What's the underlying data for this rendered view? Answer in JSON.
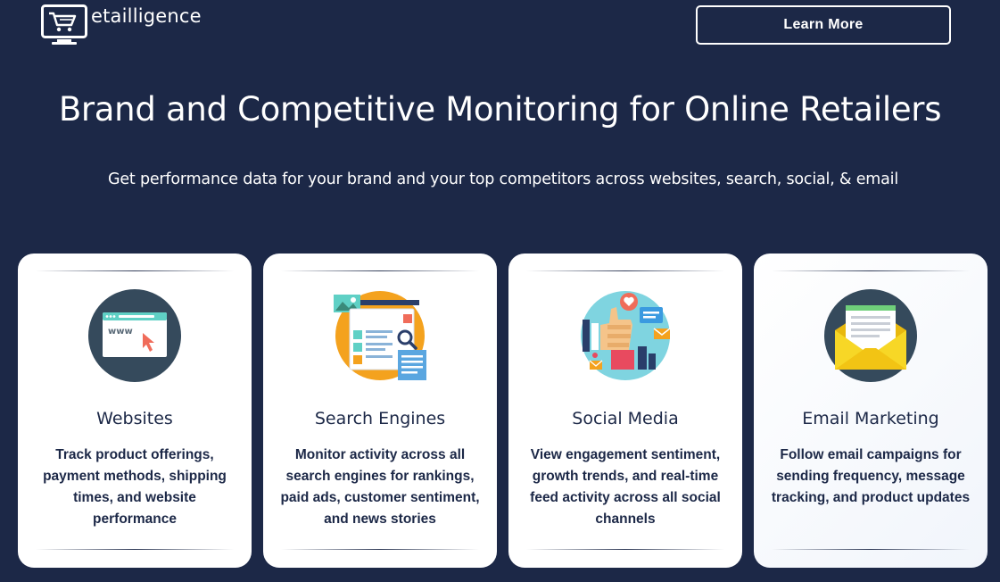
{
  "header": {
    "logo_text": "etailligence",
    "learn_more_label": "Learn More"
  },
  "hero": {
    "title": "Brand and Competitive Monitoring for Online Retailers",
    "subtitle": "Get performance data for your brand and your top competitors across websites, search, social, & email"
  },
  "cards": [
    {
      "title": "Websites",
      "description": "Track product offerings, payment methods, shipping times, and website performance",
      "icon": "website-browser-icon",
      "browser_text": "www"
    },
    {
      "title": "Search Engines",
      "description": "Monitor activity across all search engines for rankings, paid ads, customer sentiment, and news stories",
      "icon": "search-engine-icon"
    },
    {
      "title": "Social Media",
      "description": "View engagement sentiment, growth trends, and real-time feed activity across all social channels",
      "icon": "social-media-icon"
    },
    {
      "title": "Email Marketing",
      "description": "Follow email campaigns for sending frequency, message tracking, and product updates",
      "icon": "email-envelope-icon"
    }
  ],
  "colors": {
    "background": "#1c2847",
    "card_background": "#ffffff",
    "card_text": "#1c2847",
    "icon_circle_dark": "#354a5c",
    "icon_orange": "#f4a21e",
    "icon_teal": "#5fd0c5",
    "icon_yellow": "#f7d726"
  }
}
